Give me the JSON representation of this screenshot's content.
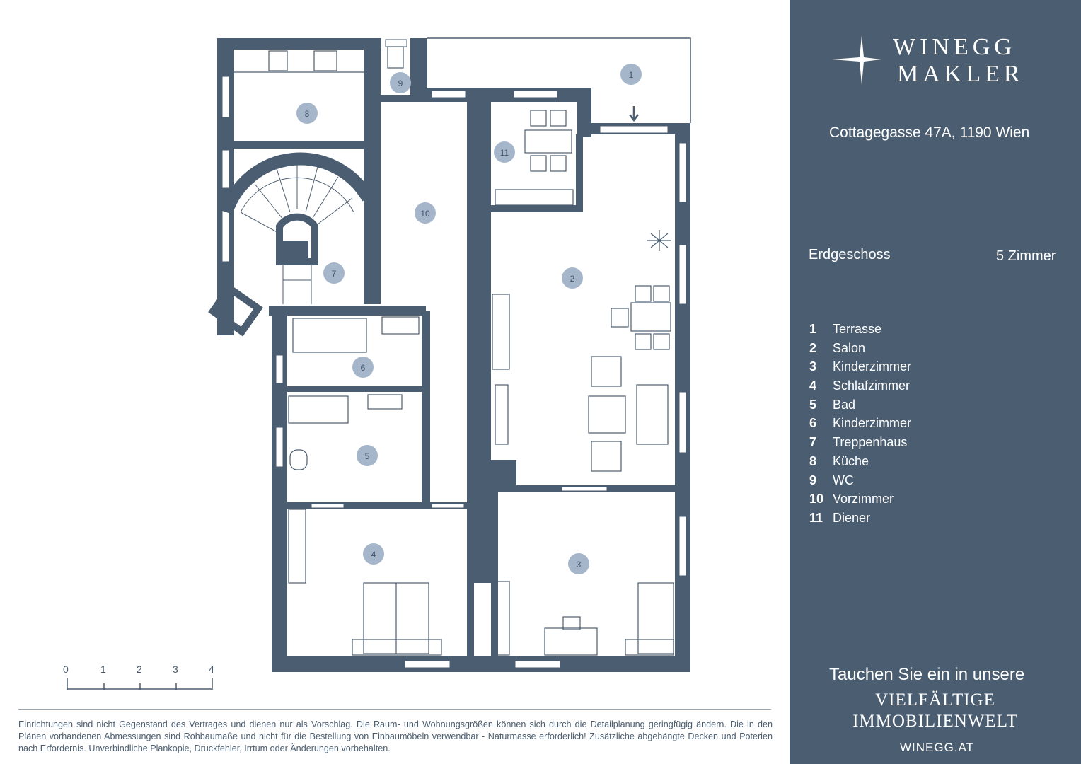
{
  "brand": {
    "line1": "WINEGG",
    "line2": "MAKLER"
  },
  "address": "Cottagegasse 47A, 1190 Wien",
  "floor": "Erdgeschoss",
  "room_count": "5 Zimmer",
  "legend": [
    {
      "num": "1",
      "label": "Terrasse"
    },
    {
      "num": "2",
      "label": "Salon"
    },
    {
      "num": "3",
      "label": "Kinderzimmer"
    },
    {
      "num": "4",
      "label": "Schlafzimmer"
    },
    {
      "num": "5",
      "label": "Bad"
    },
    {
      "num": "6",
      "label": "Kinderzimmer"
    },
    {
      "num": "7",
      "label": "Treppenhaus"
    },
    {
      "num": "8",
      "label": "Küche"
    },
    {
      "num": "9",
      "label": "WC"
    },
    {
      "num": "10",
      "label": "Vorzimmer"
    },
    {
      "num": "11",
      "label": "Diener"
    }
  ],
  "tagline": "Tauchen Sie ein in unsere",
  "headline": {
    "line1": "VIELFÄLTIGE",
    "line2": "IMMOBILIENWELT"
  },
  "website": "WINEGG.AT",
  "scale": {
    "labels": [
      "0",
      "1",
      "2",
      "3",
      "4"
    ]
  },
  "disclaimer": "Einrichtungen sind nicht Gegenstand des Vertrages und dienen nur als Vorschlag. Die Raum- und Wohnungsgrößen können sich durch die Detailplanung geringfügig ändern. Die in den Plänen vorhandenen Abmessungen sind Rohbaumaße und nicht für die Bestellung von Einbaumöbeln verwendbar - Naturmasse erforderlich! Zusätzliche abgehängte Decken und Poterien nach Erfordernis. Unverbindliche Plankopie, Druckfehler, Irrtum oder Änderungen vorbehalten.",
  "rooms": [
    "1",
    "2",
    "3",
    "4",
    "5",
    "6",
    "7",
    "8",
    "9",
    "10",
    "11"
  ],
  "colors": {
    "wall": "#4b5d70",
    "marker": "#a5b6cb",
    "marker_text": "#3f5266",
    "sidebar": "#4b5d70"
  }
}
